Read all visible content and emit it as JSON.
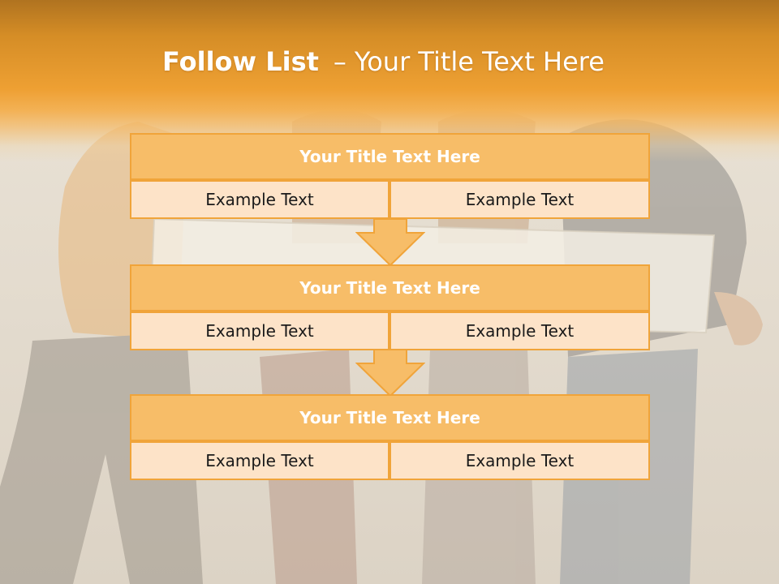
{
  "slide": {
    "title_bold": "Follow List",
    "title_separator": "–",
    "title_rest": "Your Title Text Here"
  },
  "colors": {
    "header_orange": "#eea033",
    "box_title_fill": "#f7bd68",
    "box_cell_fill": "#fde3c8",
    "box_border": "#f0a43a",
    "background": "#e9e2d6"
  },
  "blocks": [
    {
      "title": "Your Title Text Here",
      "left": "Example Text",
      "right": "Example Text"
    },
    {
      "title": "Your Title Text Here",
      "left": "Example Text",
      "right": "Example Text"
    },
    {
      "title": "Your Title Text Here",
      "left": "Example Text",
      "right": "Example Text"
    }
  ],
  "icons": [
    "down-arrow-icon",
    "down-arrow-icon"
  ]
}
